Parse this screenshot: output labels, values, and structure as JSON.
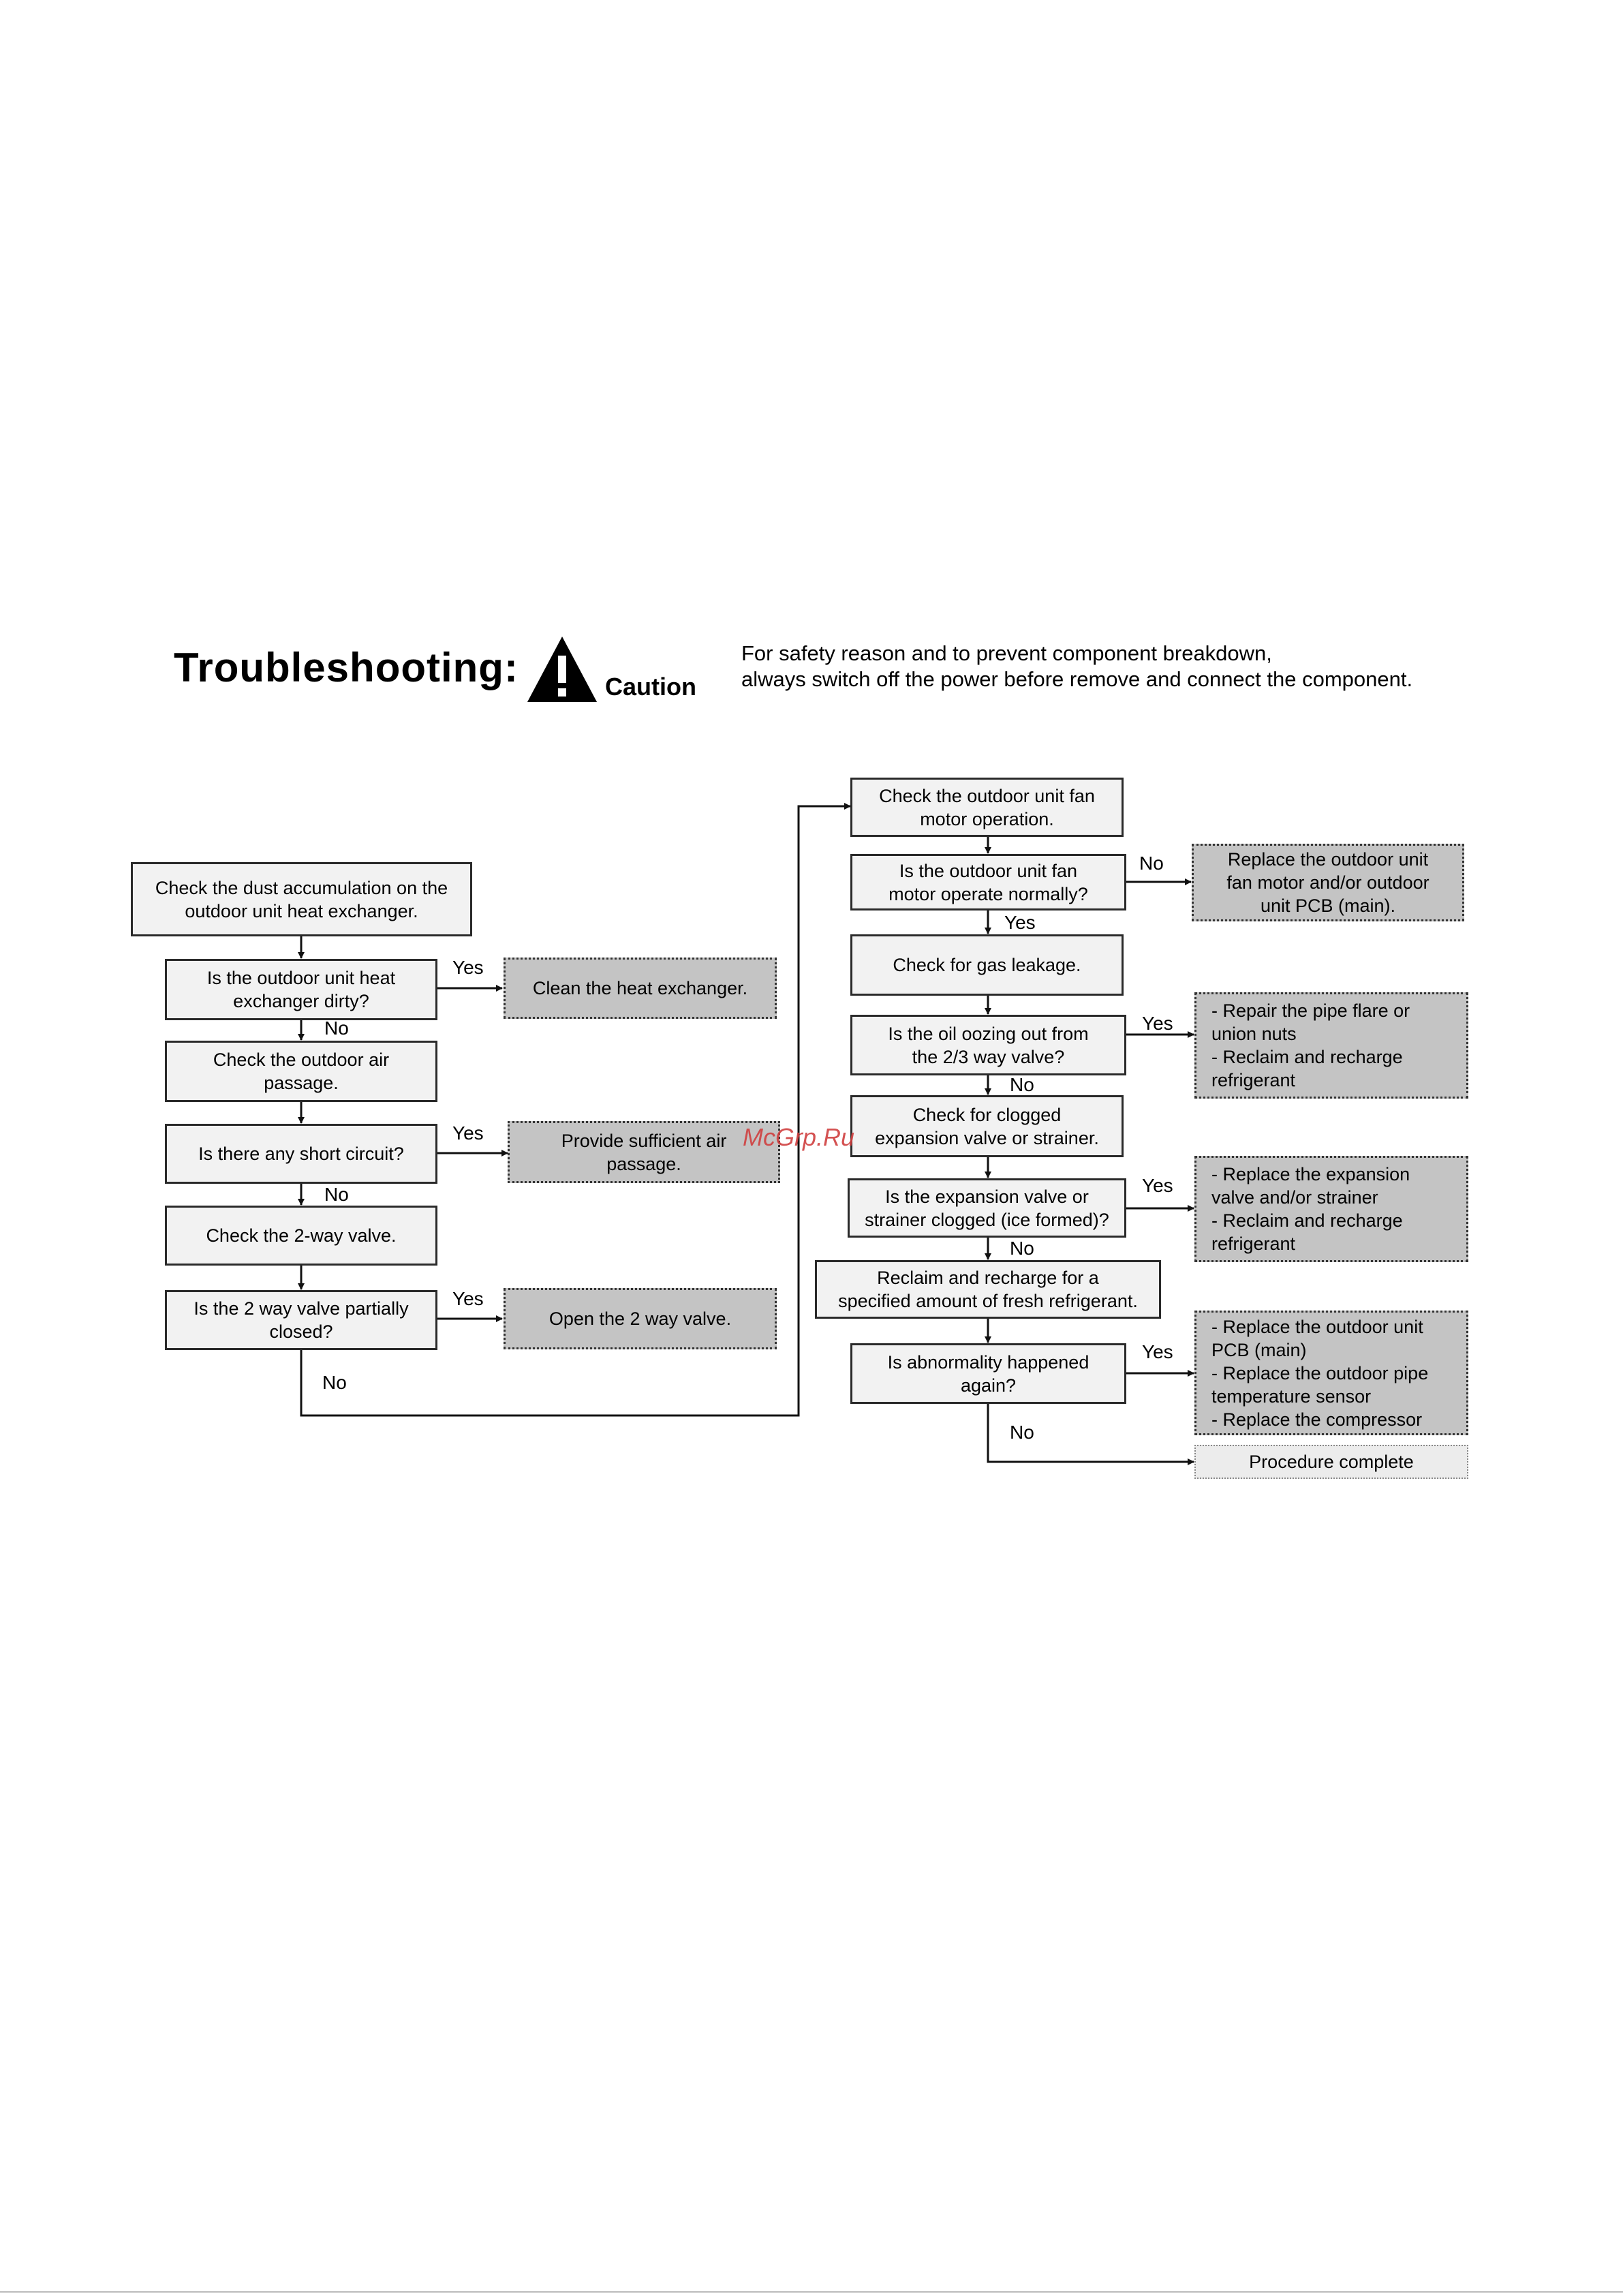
{
  "header": {
    "title": "Troubleshooting:",
    "caution_label": "Caution",
    "safety_line1": "For safety reason and to prevent component breakdown,",
    "safety_line2": "always switch off the power before remove and connect the component."
  },
  "watermark": "McGrp.Ru",
  "labels": {
    "yes": "Yes",
    "no": "No"
  },
  "left": {
    "b1": [
      "Check the dust accumulation on the",
      "outdoor unit heat exchanger."
    ],
    "q1": [
      "Is the outdoor unit heat",
      "exchanger dirty?"
    ],
    "a1": [
      "Clean the heat exchanger."
    ],
    "b2": [
      "Check the outdoor air",
      "passage."
    ],
    "q2": [
      "Is there any short circuit?"
    ],
    "a2": [
      "Provide sufficient air",
      "passage."
    ],
    "b3": [
      "Check the 2-way valve."
    ],
    "q3": [
      "Is the 2 way valve partially",
      "closed?"
    ],
    "a3": [
      "Open the 2 way valve."
    ]
  },
  "right": {
    "b1": [
      "Check the outdoor unit fan",
      "motor operation."
    ],
    "q1": [
      "Is the outdoor unit fan",
      "motor operate normally?"
    ],
    "a1": [
      "Replace the outdoor unit",
      "fan motor and/or outdoor",
      "unit PCB (main)."
    ],
    "b2": [
      "Check for gas leakage."
    ],
    "q2": [
      "Is the oil oozing out from",
      "the 2/3 way valve?"
    ],
    "a2": [
      "- Repair the pipe flare or",
      "union nuts",
      "- Reclaim and recharge",
      "refrigerant"
    ],
    "b3": [
      "Check for clogged",
      "expansion valve or strainer."
    ],
    "q3": [
      "Is the expansion valve or",
      "strainer clogged (ice formed)?"
    ],
    "a3": [
      "- Replace the expansion",
      "valve and/or strainer",
      "- Reclaim and recharge",
      "refrigerant"
    ],
    "b4": [
      "Reclaim and recharge for a",
      "specified amount of fresh refrigerant."
    ],
    "q4": [
      "Is abnormality happened",
      "again?"
    ],
    "a4": [
      "- Replace the outdoor unit",
      "PCB (main)",
      "- Replace the outdoor pipe",
      "temperature sensor",
      "- Replace the compressor"
    ],
    "done": [
      "Procedure complete"
    ]
  }
}
